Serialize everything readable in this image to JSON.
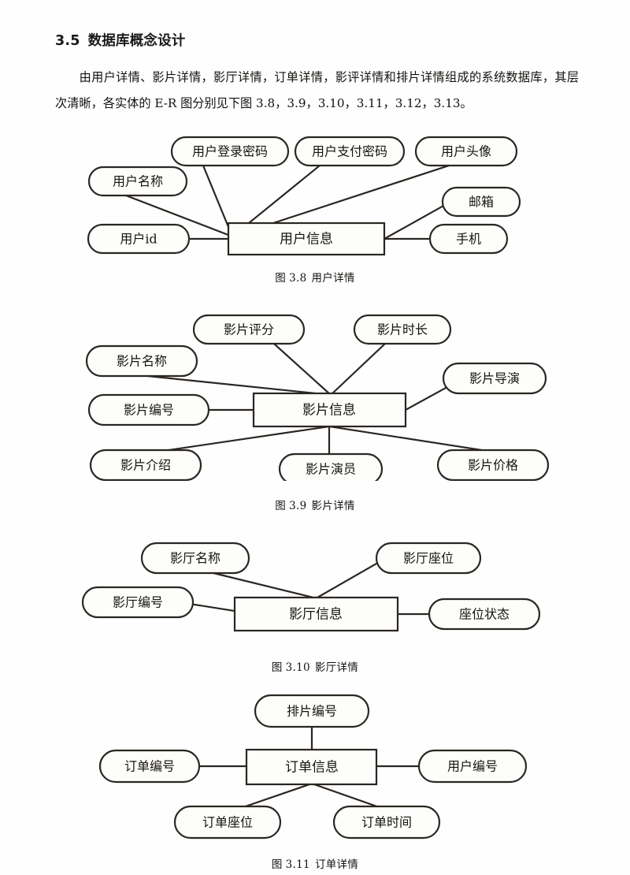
{
  "document": {
    "heading": {
      "number": "3.5",
      "text": "数据库概念设计"
    },
    "paragraph": "由用户详情、影片详情，影厅详情，订单详情，影评详情和排片详情组成的系统数据库，其层次清晰，各实体的 E-R 图分别见下图 3.8，3.9，3.10，3.11，3.12，3.13。"
  },
  "colors": {
    "line": "#2b2621",
    "text": "#17140f",
    "page_background": "#fefefe",
    "shape_fill": "#fdfdfc"
  },
  "diagrams": [
    {
      "id": "er-user",
      "entity": "用户信息",
      "caption_prefix": "图",
      "caption_number": "3.8",
      "caption_title": "用户详情",
      "attributes": [
        "用户登录密码",
        "用户支付密码",
        "用户头像",
        "用户名称",
        "邮箱",
        "用户id",
        "手机"
      ]
    },
    {
      "id": "er-film",
      "entity": "影片信息",
      "caption_prefix": "图",
      "caption_number": "3.9",
      "caption_title": "影片详情",
      "attributes": [
        "影片评分",
        "影片时长",
        "影片名称",
        "影片导演",
        "影片编号",
        "影片介绍",
        "影片演员",
        "影片价格"
      ]
    },
    {
      "id": "er-hall",
      "entity": "影厅信息",
      "caption_prefix": "图",
      "caption_number": "3.10",
      "caption_title": "影厅详情",
      "attributes": [
        "影厅名称",
        "影厅座位",
        "影厅编号",
        "座位状态"
      ]
    },
    {
      "id": "er-order",
      "entity": "订单信息",
      "caption_prefix": "图",
      "caption_number": "3.11",
      "caption_title": "订单详情",
      "attributes": [
        "排片编号",
        "订单编号",
        "用户编号",
        "订单座位",
        "订单时间"
      ]
    }
  ]
}
